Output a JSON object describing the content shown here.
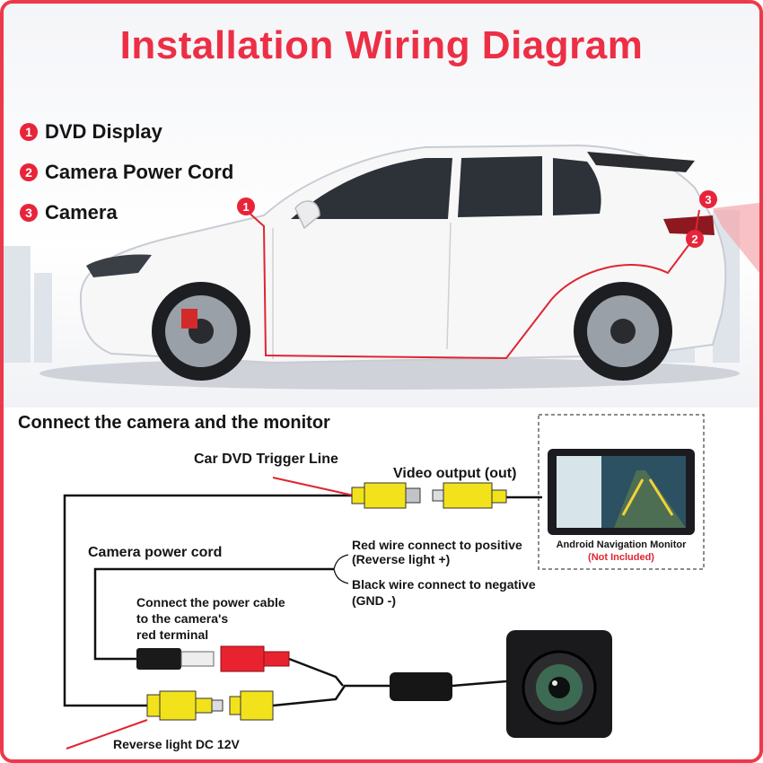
{
  "title": "Installation Wiring Diagram",
  "legend": [
    {
      "num": "1",
      "label": "DVD Display"
    },
    {
      "num": "2",
      "label": "Camera Power Cord"
    },
    {
      "num": "3",
      "label": "Camera"
    }
  ],
  "section_heading": "Connect the camera and the monitor",
  "labels": {
    "trigger_line": "Car DVD Trigger Line",
    "video_output": "Video output (out)",
    "monitor_name": "Android Navigation Monitor",
    "not_included": "(Not Included)",
    "camera_power_cord": "Camera power cord",
    "red_wire_1": "Red wire connect to positive",
    "red_wire_2": "(Reverse light +)",
    "black_wire_1": "Black wire connect to negative",
    "black_wire_2": "(GND -)",
    "power_cable_1": "Connect the power cable",
    "power_cable_2": "to the camera's",
    "power_cable_3": "red terminal",
    "reverse_light": "Reverse light DC 12V"
  },
  "colors": {
    "accent": "#ec2f45",
    "rca_yellow": "#f2e21b",
    "plug_red": "#e8232f",
    "wire": "#111111"
  }
}
